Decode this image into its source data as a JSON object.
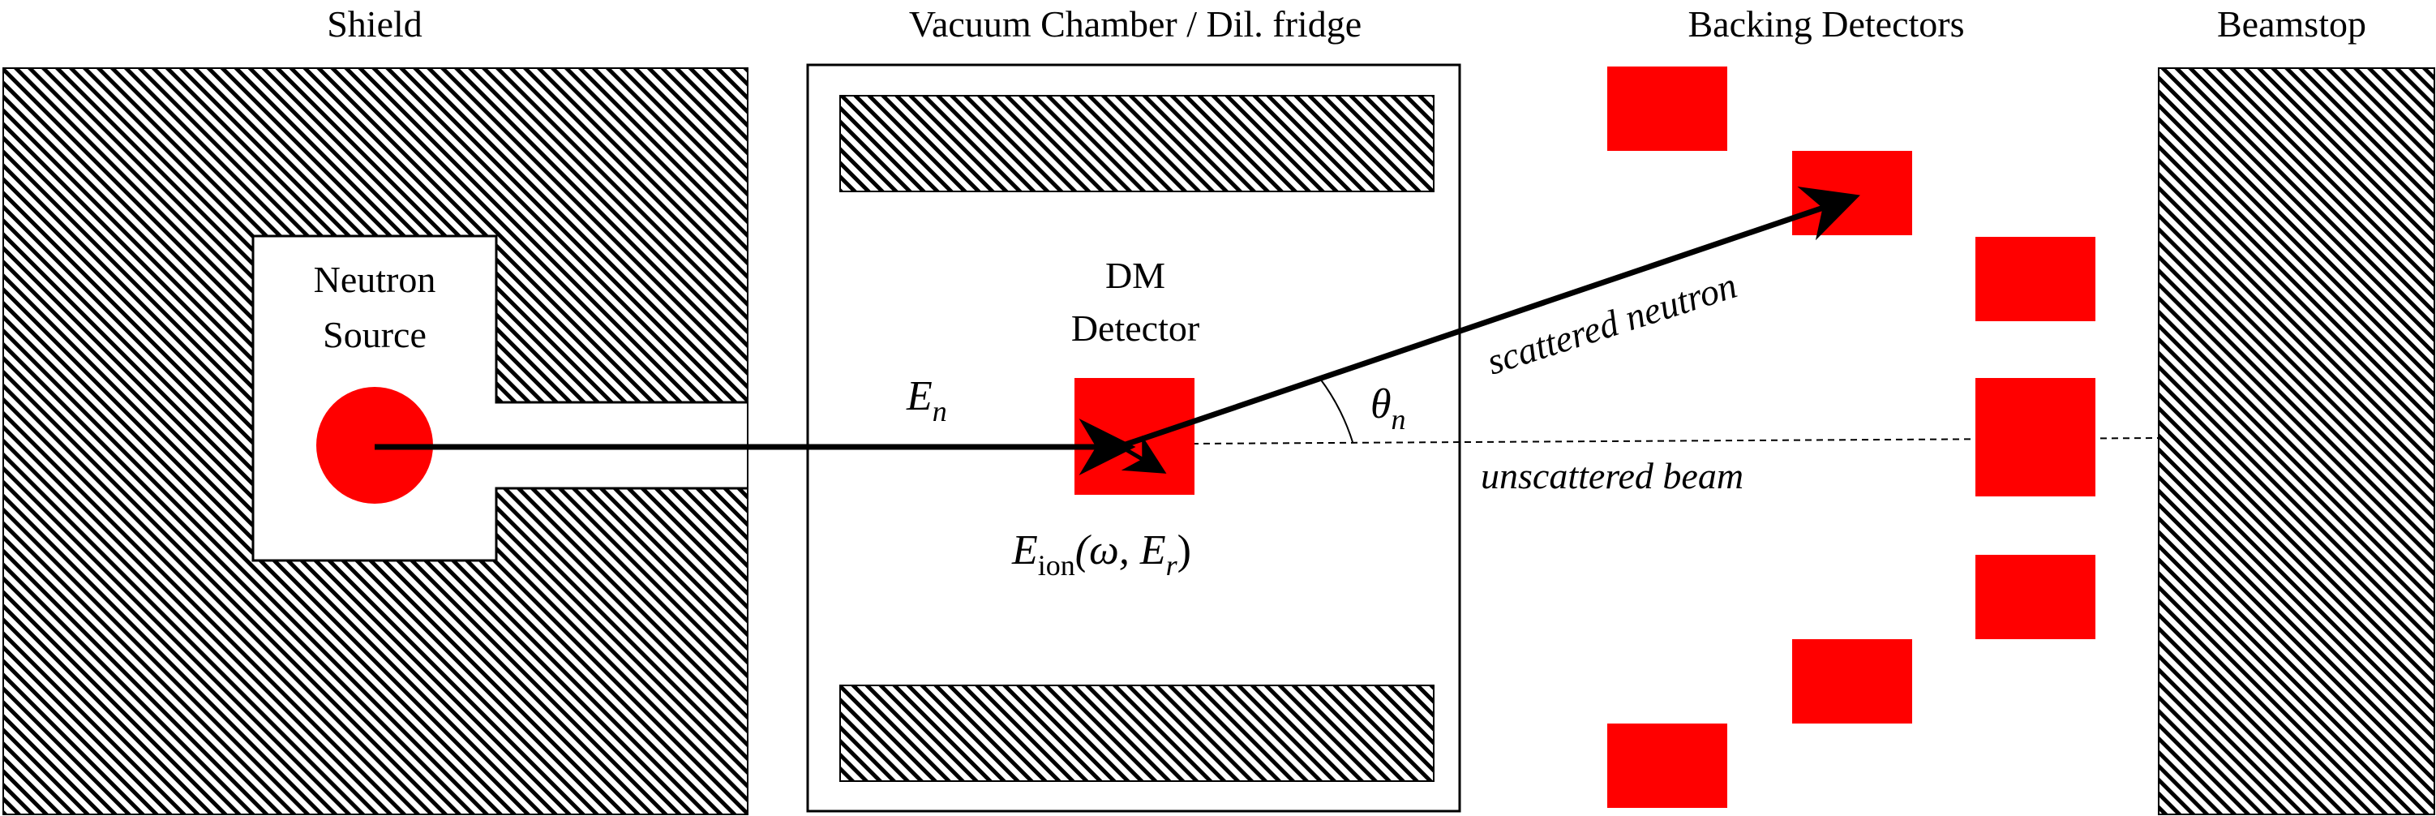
{
  "labels": {
    "shield": "Shield",
    "chamber": "Vacuum Chamber / Dil. fridge",
    "backing": "Backing Detectors",
    "beamstop": "Beamstop",
    "source_line1": "Neutron",
    "source_line2": "Source",
    "dm_line1": "DM",
    "dm_line2": "Detector",
    "energy_in_main": "E",
    "energy_in_sub": "n",
    "angle_main": "θ",
    "angle_sub": "n",
    "scattered": "scattered neutron",
    "unscattered": "unscattered beam",
    "e_ion_main": "E",
    "e_ion_sub": "ion",
    "e_ion_args_open": "(ω, ",
    "e_ion_er_main": "E",
    "e_ion_er_sub": "r",
    "e_ion_close": ")"
  },
  "colors": {
    "detector": "#ff0000",
    "source": "#ff0000",
    "hatch": "#000000",
    "outline": "#000000"
  }
}
